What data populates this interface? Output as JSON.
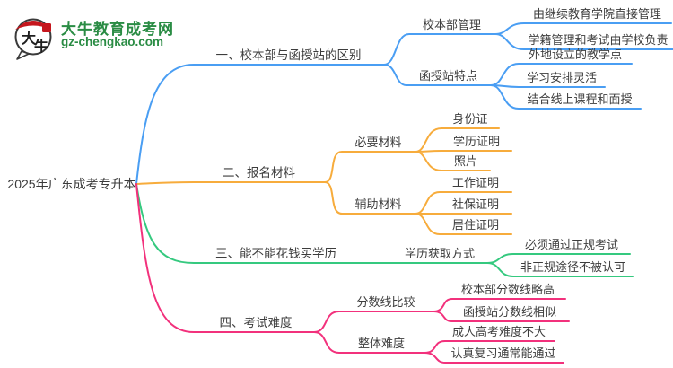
{
  "logo": {
    "icon_label": "大牛",
    "site_name": "大牛教育成考网",
    "site_url": "gz-chengkao.com"
  },
  "root_label": "2025年广东成考专升本",
  "colors": {
    "branch1": "#4A9EF3",
    "branch2": "#F7AC3C",
    "branch3": "#35C97F",
    "branch4": "#F2317C",
    "logo_green": "#2A8C44",
    "text": "#3D3D3D"
  },
  "branches": [
    {
      "label": "一、校本部与函授站的区别",
      "children": [
        {
          "label": "校本部管理",
          "children": [
            {
              "label": "由继续教育学院直接管理"
            },
            {
              "label": "学籍管理和考试由学校负责"
            }
          ]
        },
        {
          "label": "函授站特点",
          "children": [
            {
              "label": "外地设立的教学点"
            },
            {
              "label": "学习安排灵活"
            },
            {
              "label": "结合线上课程和面授"
            }
          ]
        }
      ]
    },
    {
      "label": "二、报名材料",
      "children": [
        {
          "label": "必要材料",
          "children": [
            {
              "label": "身份证"
            },
            {
              "label": "学历证明"
            },
            {
              "label": "照片"
            }
          ]
        },
        {
          "label": "辅助材料",
          "children": [
            {
              "label": "工作证明"
            },
            {
              "label": "社保证明"
            },
            {
              "label": "居住证明"
            }
          ]
        }
      ]
    },
    {
      "label": "三、能不能花钱买学历",
      "children": [
        {
          "label": "学历获取方式",
          "children": [
            {
              "label": "必须通过正规考试"
            },
            {
              "label": "非正规途径不被认可"
            }
          ]
        }
      ]
    },
    {
      "label": "四、考试难度",
      "children": [
        {
          "label": "分数线比较",
          "children": [
            {
              "label": "校本部分数线略高"
            },
            {
              "label": "函授站分数线相似"
            }
          ]
        },
        {
          "label": "整体难度",
          "children": [
            {
              "label": "成人高考难度不大"
            },
            {
              "label": "认真复习通常能通过"
            }
          ]
        }
      ]
    }
  ]
}
